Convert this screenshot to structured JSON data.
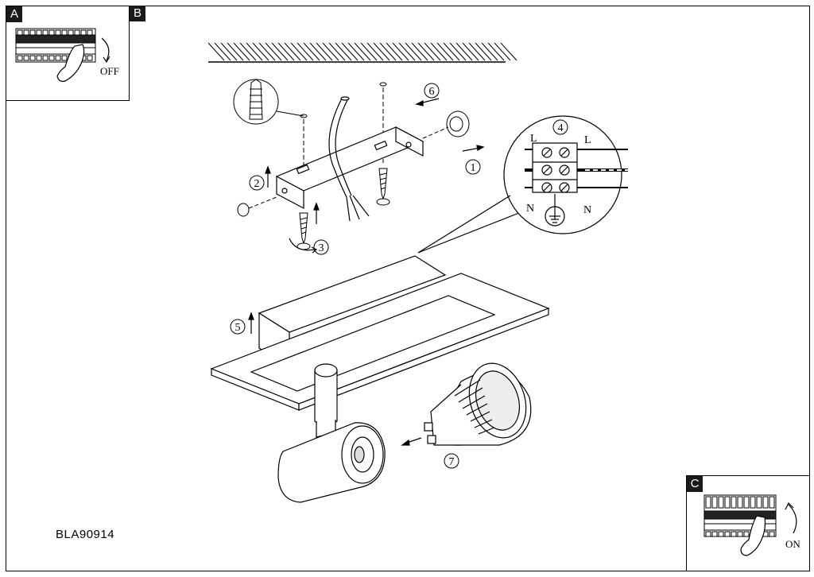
{
  "panels": {
    "a": {
      "tag": "A",
      "switch_label": "OFF"
    },
    "b": {
      "tag": "B"
    },
    "c": {
      "tag": "C",
      "switch_label": "ON"
    }
  },
  "steps": [
    "1",
    "2",
    "3",
    "4",
    "5",
    "6",
    "7"
  ],
  "wiring": {
    "live_left": "L",
    "live_right": "L",
    "neutral_left": "N",
    "neutral_right": "N"
  },
  "model_code": "BLA90914"
}
